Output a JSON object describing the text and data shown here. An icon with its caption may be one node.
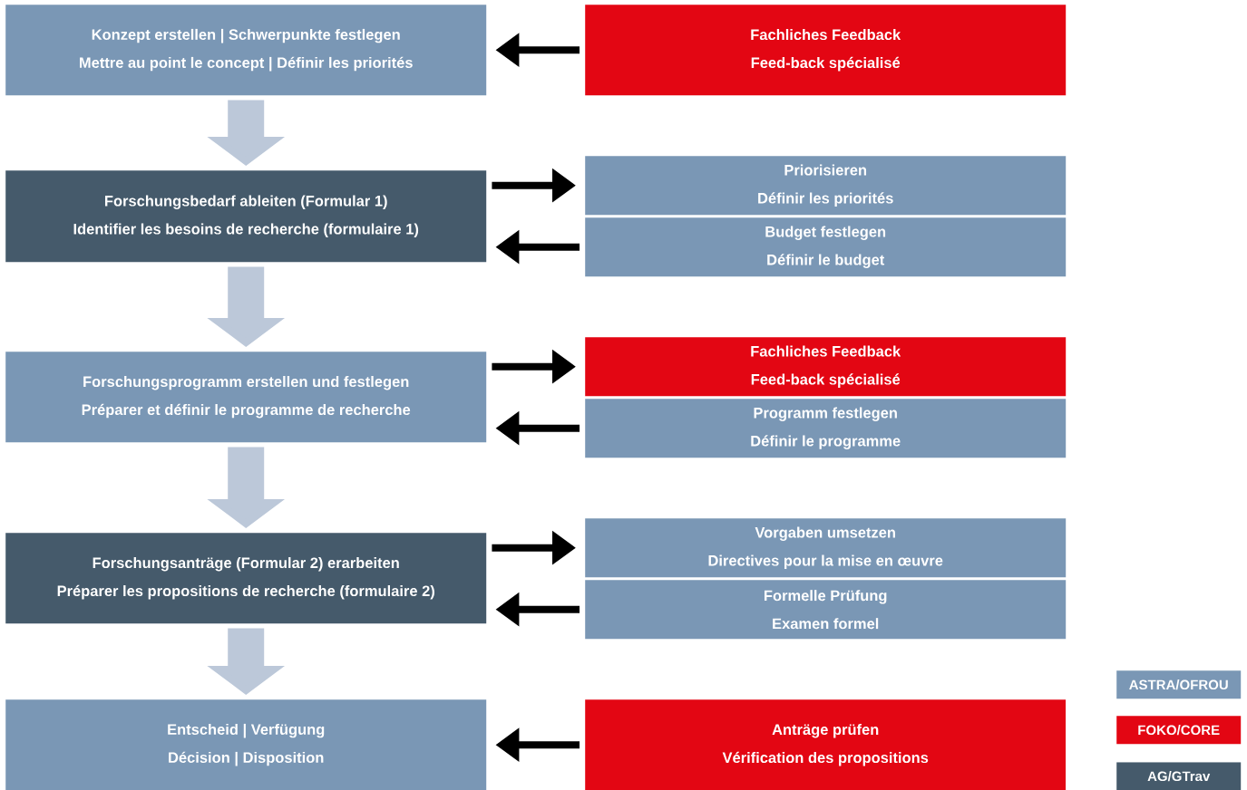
{
  "diagram": {
    "nodes": [
      {
        "text": [
          "Konzept erstellen | Schwerpunkte festlegen",
          "Mettre au point le concept | Définir les priorités"
        ]
      },
      {
        "text": [
          "Forschungsbedarf ableiten (Formular 1)",
          "Identifier les besoins de recherche (formulaire 1)"
        ]
      },
      {
        "text": [
          "Forschungsprogramm erstellen und festlegen",
          "Préparer et définir le programme de recherche"
        ]
      },
      {
        "text": [
          "Forschungsanträge (Formular 2) erarbeiten",
          "Préparer les propositions de recherche (formulaire 2)"
        ]
      },
      {
        "text": [
          "Entscheid | Verfügung",
          "Décision | Disposition"
        ]
      },
      {
        "text": [
          "Fachliches Feedback",
          "Feed-back spécialisé"
        ]
      },
      {
        "text": [
          "Priorisieren",
          "Définir les priorités"
        ]
      },
      {
        "text": [
          "Budget festlegen",
          "Définir le budget"
        ]
      },
      {
        "text": [
          "Fachliches Feedback",
          "Feed-back spécialisé"
        ]
      },
      {
        "text": [
          "Programm festlegen",
          "Définir le programme"
        ]
      },
      {
        "text": [
          "Vorgaben umsetzen",
          "Directives pour la mise en œuvre"
        ]
      },
      {
        "text": [
          "Formelle Prüfung",
          "Examen formel"
        ]
      },
      {
        "text": [
          "Anträge prüfen",
          "Vérification des propositions"
        ]
      }
    ],
    "edges": [
      {
        "from": 0,
        "to": 1,
        "arrow": "to",
        "style": "thick",
        "color": "#bcc8d9"
      },
      {
        "from": 1,
        "to": 2,
        "arrow": "to",
        "style": "thick",
        "color": "#bcc8d9"
      },
      {
        "from": 2,
        "to": 3,
        "arrow": "to",
        "style": "thick",
        "color": "#bcc8d9"
      },
      {
        "from": 3,
        "to": 4,
        "arrow": "to",
        "style": "thick",
        "color": "#bcc8d9"
      },
      {
        "from": 5,
        "to": 0,
        "arrow": "to"
      },
      {
        "from": 1,
        "to": 6,
        "arrow": "to"
      },
      {
        "from": 7,
        "to": 1,
        "arrow": "to"
      },
      {
        "from": 2,
        "to": 8,
        "arrow": "to"
      },
      {
        "from": 9,
        "to": 2,
        "arrow": "to"
      },
      {
        "from": 3,
        "to": 10,
        "arrow": "to"
      },
      {
        "from": 11,
        "to": 3,
        "arrow": "to"
      },
      {
        "from": 12,
        "to": 4,
        "arrow": "to"
      }
    ],
    "legend": [
      {
        "text": "ASTRA/OFROU",
        "color": "#7a97b5"
      },
      {
        "text": "FOKO/CORE",
        "color": "#e30613"
      },
      {
        "text": "AG/GTrav",
        "color": "#455a6b"
      }
    ]
  }
}
